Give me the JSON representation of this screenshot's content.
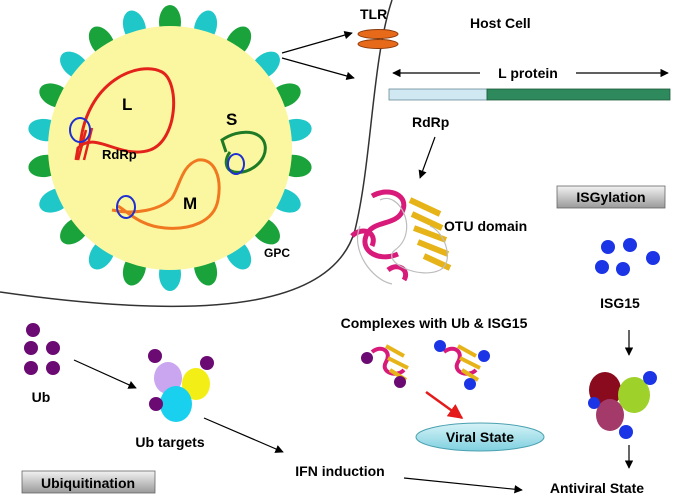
{
  "labels": {
    "tlr": "TLR",
    "host_cell": "Host Cell",
    "l_protein": "L protein",
    "rdrp_top": "RdRp",
    "segment_l": "L",
    "segment_s": "S",
    "segment_m": "M",
    "rdrp_virus": "RdRp",
    "gpc": "GPC",
    "otu_domain": "OTU domain",
    "isgylation": "ISGylation",
    "isg15": "ISG15",
    "complexes": "Complexes with Ub & ISG15",
    "ub": "Ub",
    "ub_targets": "Ub targets",
    "viral_state": "Viral State",
    "ifn_induction": "IFN induction",
    "ubiquitination": "Ubiquitination",
    "antiviral_state": "Antiviral State"
  },
  "colors": {
    "virion": "#fbf7a0",
    "spike_green": "#19a33a",
    "spike_cyan": "#1fc7c9",
    "rna_red": "#e3231b",
    "rna_green": "#1f7a26",
    "rna_orange": "#f07820",
    "circle_blue": "#1f2fd0",
    "tlr": "#e66a1a",
    "lprotein_light": "#cfe8f2",
    "lprotein_dark": "#2e8a5c",
    "ub_purple": "#6b0a73",
    "isg_blue": "#1b34e6",
    "arrow_red": "#e51a1a",
    "viral_state_fill": "#a9e3ee"
  }
}
